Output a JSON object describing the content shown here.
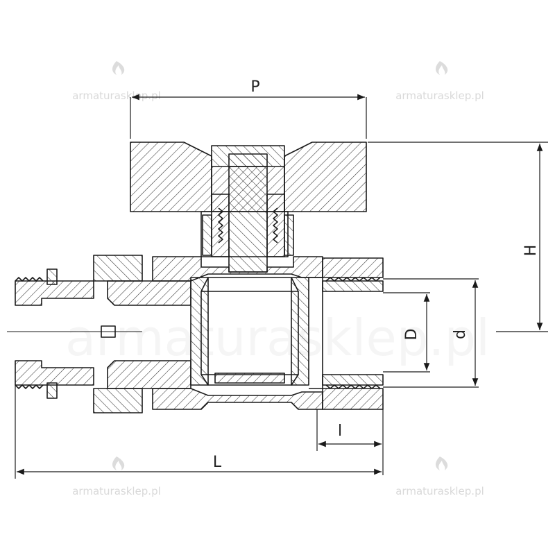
{
  "diagram": {
    "dimensions": {
      "P": "P",
      "H": "H",
      "L": "L",
      "D": "D",
      "d": "d",
      "l": "l"
    }
  },
  "watermark": {
    "small": "armaturasklep.pl",
    "large": "armaturasklep.pl",
    "color": "#d9d9d9"
  },
  "colors": {
    "stroke": "#1a1a1a",
    "hatch": "#333333"
  }
}
